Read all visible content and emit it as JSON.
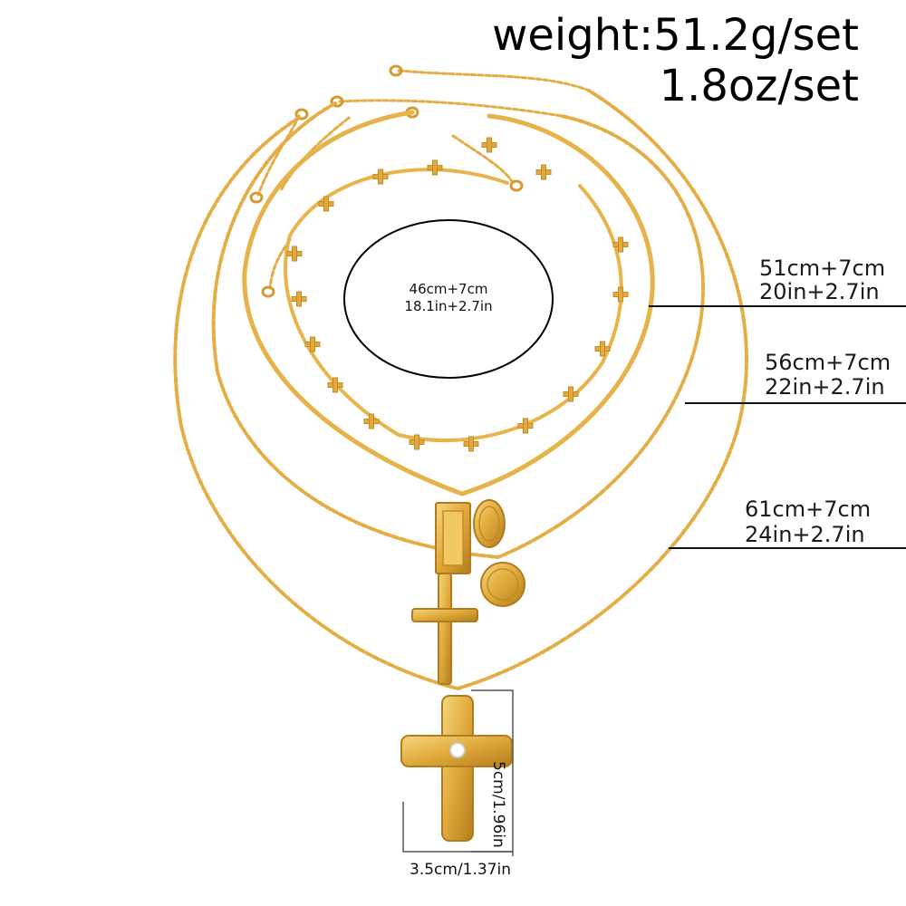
{
  "weight": {
    "grams": "weight:51.2g/set",
    "ounces": "1.8oz/set"
  },
  "choker": {
    "cm": "46cm+7cm",
    "inches": "18.1in+2.7in"
  },
  "necklaces": [
    {
      "cm": "51cm+7cm",
      "inches": "20in+2.7in"
    },
    {
      "cm": "56cm+7cm",
      "inches": "22in+2.7in"
    },
    {
      "cm": "61cm+7cm",
      "inches": "24in+2.7in"
    }
  ],
  "pendant": {
    "height": "5cm/1.96in",
    "width": "3.5cm/1.37in"
  },
  "colors": {
    "gold": "#e0a93a",
    "gold_light": "#f3cf74",
    "gold_dark": "#b27c1e",
    "line": "#111111"
  }
}
